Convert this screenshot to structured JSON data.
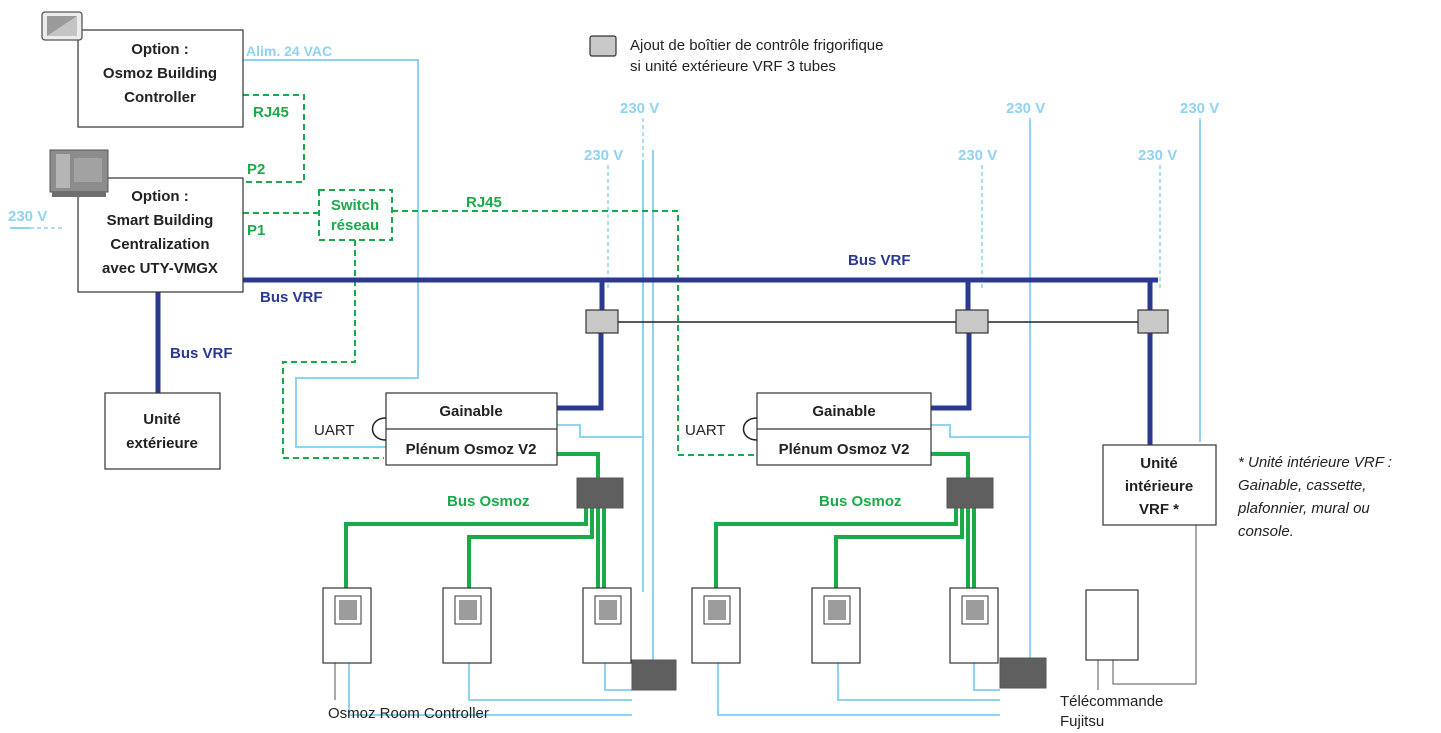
{
  "colors": {
    "bus_vrf": "#2b3990",
    "bus_osmoz": "#1aaa4a",
    "power": "#8fd3f2",
    "text_dark": "#222222"
  },
  "legend": {
    "control_box_line1": "Ajout de boîtier de contrôle frigorifique",
    "control_box_line2": "si unité extérieure VRF 3 tubes"
  },
  "building_controller": {
    "l1": "Option :",
    "l2": "Osmoz Building",
    "l3": "Controller"
  },
  "centralization": {
    "l1": "Option :",
    "l2": "Smart Building",
    "l3": "Centralization",
    "l4": "avec UTY-VMGX"
  },
  "outdoor_unit": {
    "l1": "Unité",
    "l2": "extérieure"
  },
  "indoor_unit": {
    "l1": "Unité",
    "l2": "intérieure",
    "l3": "VRF *"
  },
  "switch": {
    "l1": "Switch",
    "l2": "réseau"
  },
  "ducted": [
    {
      "top": "Gainable",
      "bottom": "Plénum Osmoz V2",
      "uart": "UART"
    },
    {
      "top": "Gainable",
      "bottom": "Plénum Osmoz V2",
      "uart": "UART"
    }
  ],
  "labels": {
    "alim": "Alim. 24 VAC",
    "rj45_a": "RJ45",
    "rj45_b": "RJ45",
    "p2": "P2",
    "p1": "P1",
    "v230_left": "230 V",
    "v230": [
      "230 V",
      "230 V",
      "230 V",
      "230 V",
      "230 V",
      "230 V"
    ],
    "bus_vrf_top": "Bus VRF",
    "bus_vrf_mid": "Bus VRF",
    "bus_vrf_left": "Bus VRF",
    "bus_osmoz_1": "Bus Osmoz",
    "bus_osmoz_2": "Bus Osmoz",
    "room_controller": "Osmoz Room Controller",
    "remote_l1": "Télécommande",
    "remote_l2": "Fujitsu"
  },
  "note": {
    "l1": "* Unité intérieure VRF :",
    "l2": "Gainable, cassette,",
    "l3": "plafonnier, mural ou",
    "l4": "console."
  }
}
